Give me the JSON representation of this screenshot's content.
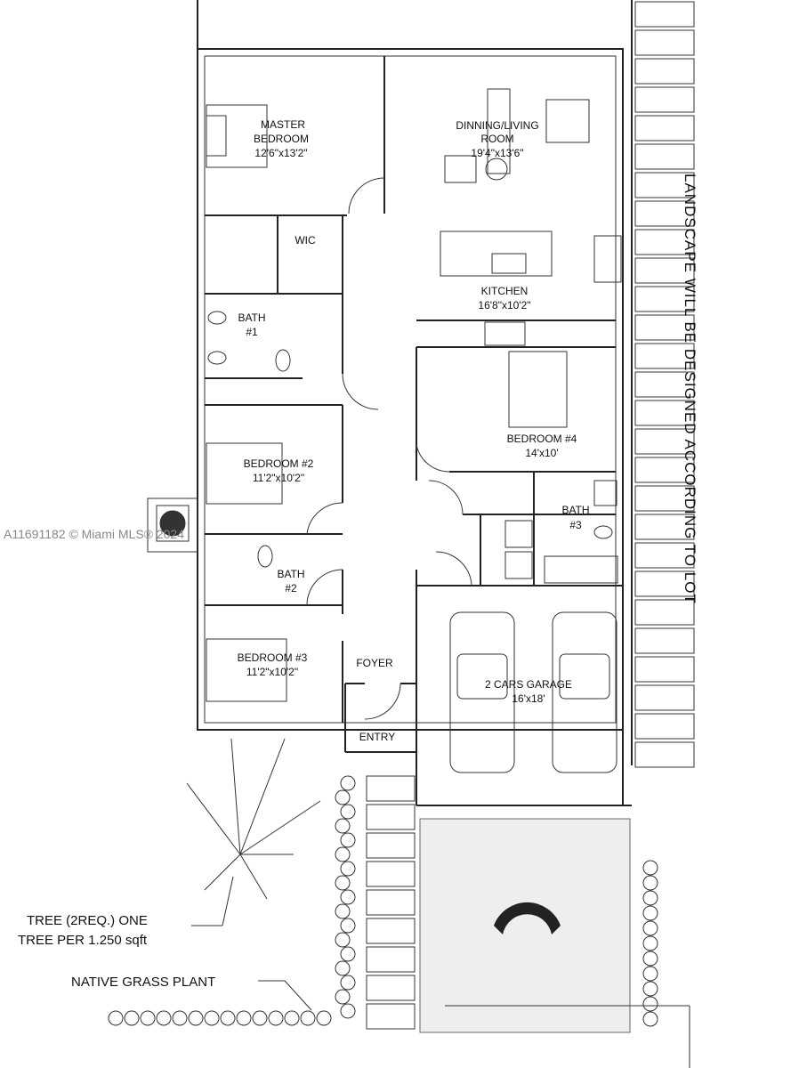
{
  "rooms": {
    "master": {
      "name": "MASTER",
      "name2": "BEDROOM",
      "size": "12'6\"x13'2\""
    },
    "living": {
      "name": "DINNING/LIVING",
      "name2": "ROOM",
      "size": "19'4\"x13'6\""
    },
    "wic": {
      "name": "WIC"
    },
    "kitchen": {
      "name": "KITCHEN",
      "size": "16'8\"x10'2\""
    },
    "bath1": {
      "name": "BATH",
      "num": "#1"
    },
    "bed4": {
      "name": "BEDROOM #4",
      "size": "14'x10'"
    },
    "bed2": {
      "name": "BEDROOM #2",
      "size": "11'2\"x10'2\""
    },
    "bath3": {
      "name": "BATH",
      "num": "#3"
    },
    "bath2": {
      "name": "BATH",
      "num": "#2"
    },
    "foyer": {
      "name": "FOYER"
    },
    "bed3": {
      "name": "BEDROOM #3",
      "size": "11'2\"x10'2\""
    },
    "garage": {
      "name": "2 CARS GARAGE",
      "size": "16'x18'"
    },
    "entry": {
      "name": "ENTRY"
    }
  },
  "notes": {
    "tree1": "TREE (2REQ.) ONE",
    "tree2": "TREE PER 1.250 sqft",
    "grass": "NATIVE GRASS PLANT",
    "landscape": "LANDSCAPE WILL BE DESIGNED ACCORDING TO LOT"
  },
  "watermark": "A11691182 © Miami MLS® 2024"
}
